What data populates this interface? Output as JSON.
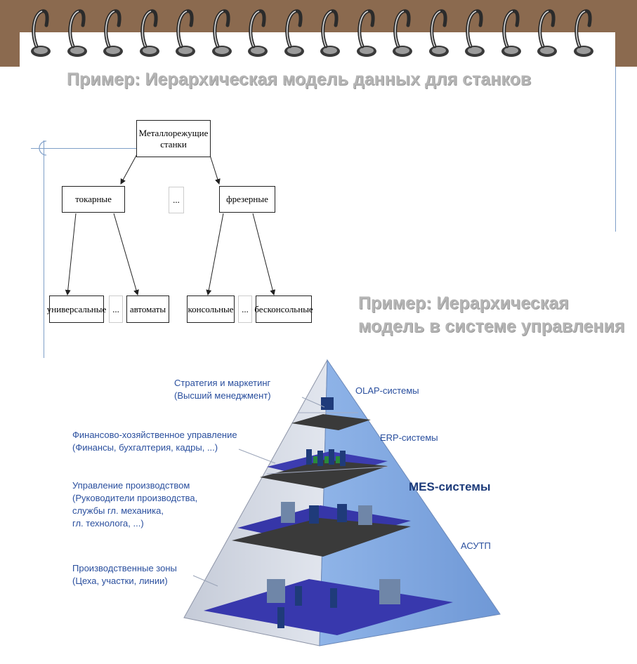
{
  "titles": {
    "tree_title": "Пример: Иерархическая модель данных для станков",
    "pyramid_title": "Пример: Иерархическая модель в системе управления"
  },
  "tree": {
    "root": "Металлорежущие станки",
    "level1": [
      "токарные",
      "...",
      "фрезерные"
    ],
    "level2": [
      "универсальные",
      "...",
      "автоматы",
      "консольные",
      "...",
      "бесконсольные"
    ]
  },
  "pyramid": {
    "levels": [
      {
        "label": "Стратегия и маркетинг\n(Высший менеджмент)",
        "system": "OLAP-системы"
      },
      {
        "label": "Финансово-хозяйственное управление\n(Финансы, бухгалтерия, кадры, ...)",
        "system": "ERP-системы"
      },
      {
        "label": "Управление производством\n(Руководители производства,\nслужбы гл. механика,\nгл. технолога, ...)",
        "system": "MES-системы"
      },
      {
        "label": "Производственные зоны\n(Цеха, участки, линии)",
        "system": "АСУТП"
      }
    ]
  },
  "colors": {
    "notebook_band": "#8b6a4f",
    "title_gray": "#b5b5b5",
    "pyramid_text": "#2a4f9e",
    "floor_blue": "#3a3aa8",
    "slab_dark": "#3a3a3a"
  }
}
